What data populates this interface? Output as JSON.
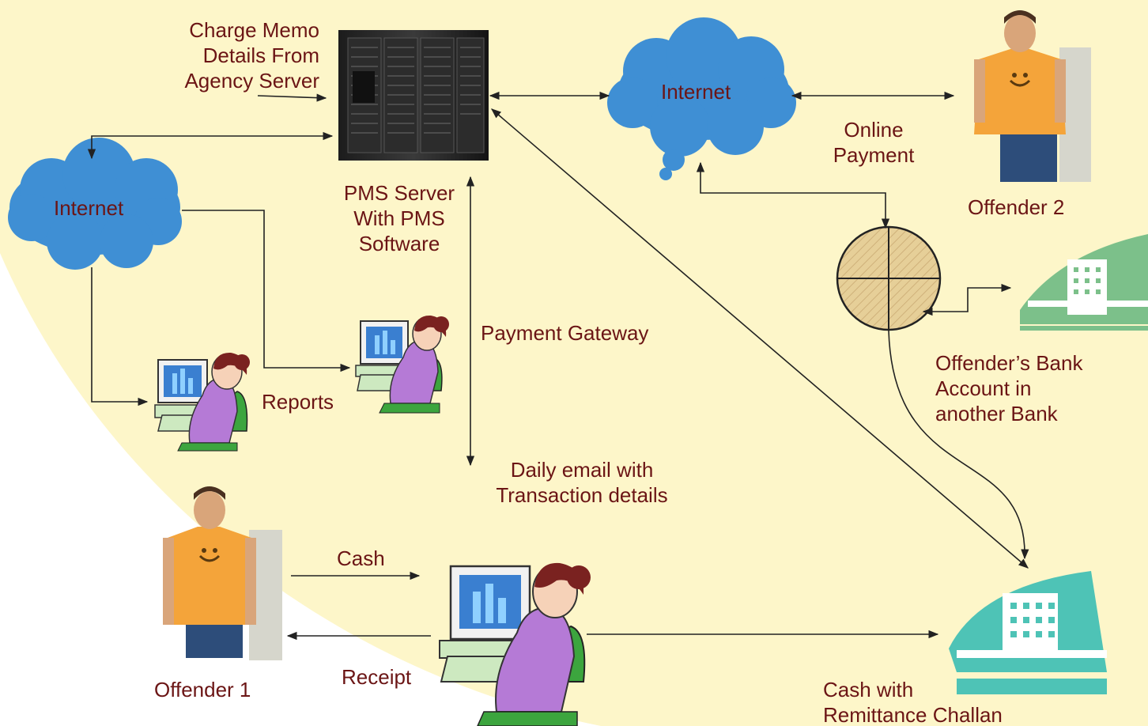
{
  "labels": {
    "charge_memo": [
      "Charge Memo",
      "Details From",
      "Agency Server"
    ],
    "pms_server": [
      "PMS Server",
      "With PMS",
      "Software"
    ],
    "internet_top": "Internet",
    "internet_left": "Internet",
    "online_payment": [
      "Online",
      "Payment"
    ],
    "offender_2": "Offender 2",
    "offender_1": "Offender 1",
    "offender_bank": [
      "Offender’s Bank",
      "Account in",
      "another Bank"
    ],
    "payment_gateway": "Payment Gateway",
    "reports": "Reports",
    "daily_email": [
      "Daily email with",
      "Transaction details"
    ],
    "cash": "Cash",
    "receipt": "Receipt",
    "cash_remittance": [
      "Cash with",
      "Remittance Challan"
    ]
  },
  "colors": {
    "background_band": "#fdf6c9",
    "cloud": "#3f8fd4",
    "text": "#6b1515",
    "offender_shirt": "#f4a43a",
    "bank_top": "#7cc08a",
    "bank_bottom": "#4ec3b6",
    "terminal_shirt": "#b57ad6",
    "chair": "#3ca53e"
  },
  "icons": {
    "server": "server-rack-icon",
    "cloud": "cloud-icon",
    "person": "offender-person-icon",
    "operator": "computer-operator-icon",
    "bank": "bank-building-icon",
    "gateway": "payment-gateway-disc-icon"
  }
}
